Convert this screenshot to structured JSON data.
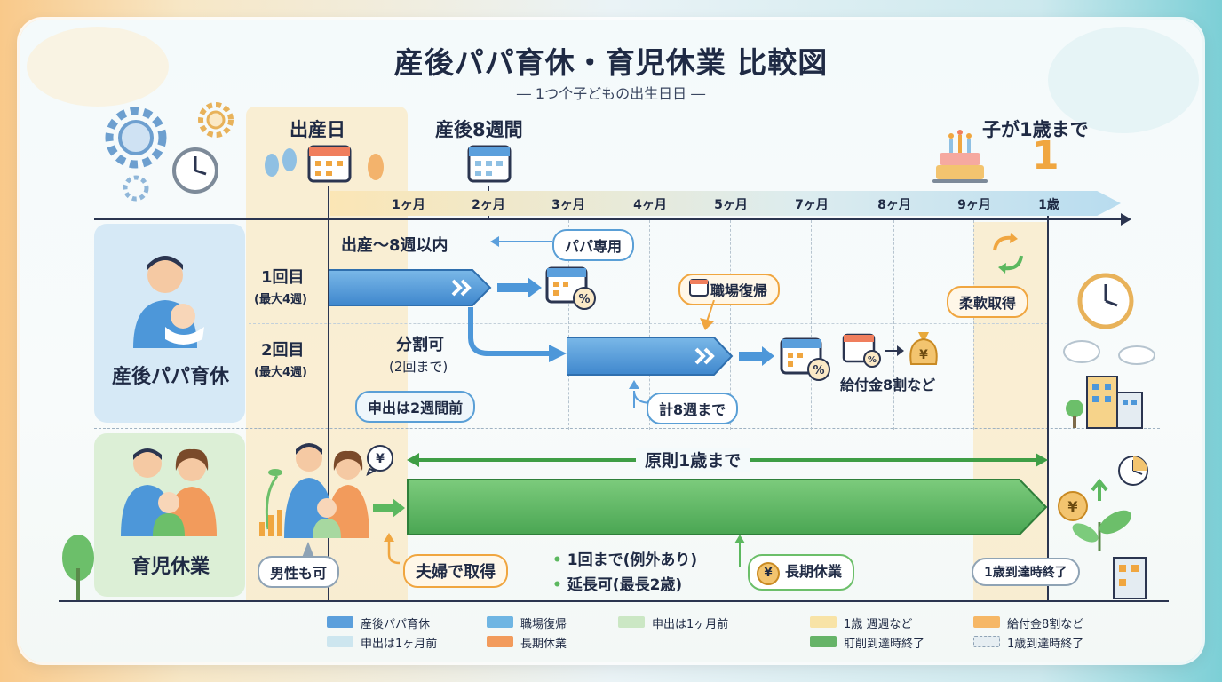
{
  "title": "産後パパ育休・育児休業 比較図",
  "subtitle": "― 1つ个子どもの出生日日 ―",
  "milestones": {
    "birth": "出産日",
    "eight_weeks": "産後8週間",
    "one_year": "子が1歳まで",
    "one_year_big": "1"
  },
  "timeline_ticks": [
    "1ヶ月",
    "2ヶ月",
    "3ヶ月",
    "4ヶ月",
    "5ヶ月",
    "7ヶ月",
    "8ヶ月",
    "9ヶ月",
    "1歳"
  ],
  "papa_leave": {
    "label": "産後パパ育休",
    "first": "1回目",
    "first_note": "(最大4週)",
    "second": "2回目",
    "second_note": "(最大4週)",
    "window": "出産〜8週以内",
    "papa_only": "パパ専用",
    "split": "分割可",
    "split_note": "(2回まで)",
    "apply": "申出は2週間前",
    "total": "計8週まで",
    "return": "職場復帰",
    "flexible": "柔軟取得",
    "benefit": "給付金8割など"
  },
  "childcare_leave": {
    "label": "育児休業",
    "principle": "原則1歳まで",
    "men_ok": "男性も可",
    "couple": "夫婦で取得",
    "once": "1回まで(例外あり)",
    "extend": "延長可(最長2歳)",
    "long": "長期休業",
    "end": "1歳到達時終了",
    "yen": "¥"
  },
  "legend": [
    {
      "label": "産後パパ育休",
      "color": "#5b9fdc"
    },
    {
      "label": "職場復帰",
      "color": "#6fb5e3"
    },
    {
      "label": "申出は1ヶ月前",
      "color": "#cbe7c4"
    },
    {
      "label": "1歳 週週など",
      "color": "#f8e3a6"
    },
    {
      "label": "給付金8割など",
      "color": "#f6b766"
    },
    {
      "label": "申出は1ヶ月前",
      "color": "#cde6ef"
    },
    {
      "label": "長期休業",
      "color": "#f29b5c"
    },
    {
      "label": "耵削到達時終了",
      "color": "#66b468"
    },
    {
      "label": "1歳到達時終了",
      "color": "#e6eef2"
    }
  ],
  "colors": {
    "papa_bar": "#4d97d9",
    "childcare_bar": "#5cb85f",
    "accent_orange": "#f0a640",
    "axis": "#1f2a44"
  }
}
